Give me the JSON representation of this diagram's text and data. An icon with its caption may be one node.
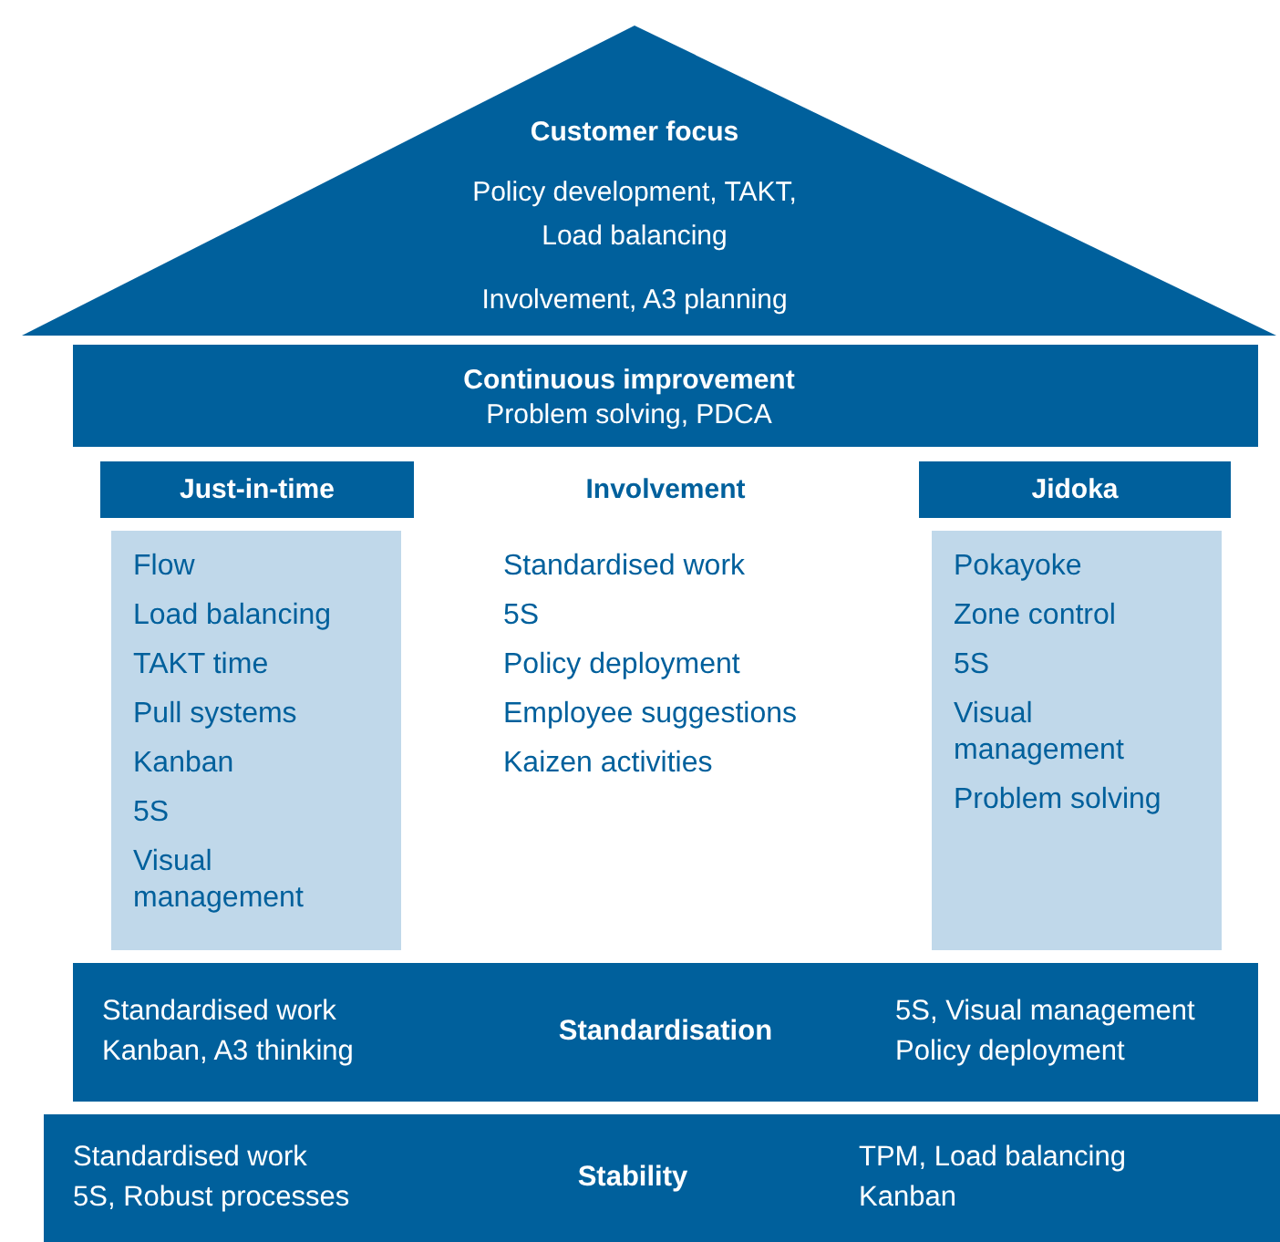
{
  "diagram": {
    "nodes": [
      {
        "text": [
          "Customer focus",
          "Policy development, TAKT, Load balancing",
          "Involvement, A3 planning"
        ]
      },
      {
        "text": [
          "Continuous improvement",
          "Problem solving, PDCA"
        ]
      },
      {
        "text": [
          "Just-in-time"
        ]
      },
      {
        "text": [
          "Flow",
          "Load balancing",
          "TAKT time",
          "Pull systems",
          "Kanban",
          "5S",
          "Visual management"
        ]
      },
      {
        "text": [
          "Jidoka"
        ]
      },
      {
        "text": [
          "Pokayoke",
          "Zone control",
          "5S",
          "Visual management",
          "Problem solving"
        ]
      },
      {
        "text": [
          "Standardised work",
          "Kanban, A3 thinking",
          "Standardisation",
          "5S, Visual management",
          "Policy deployment"
        ]
      },
      {
        "text": [
          "Standardised work",
          "5S, Robust processes",
          "Stability",
          "TPM, Load balancing",
          "Kanban"
        ]
      }
    ],
    "labels": [
      "Involvement",
      "Standardised work",
      "5S",
      "Policy deployment",
      "Employee suggestions",
      "Kaizen activities"
    ]
  }
}
